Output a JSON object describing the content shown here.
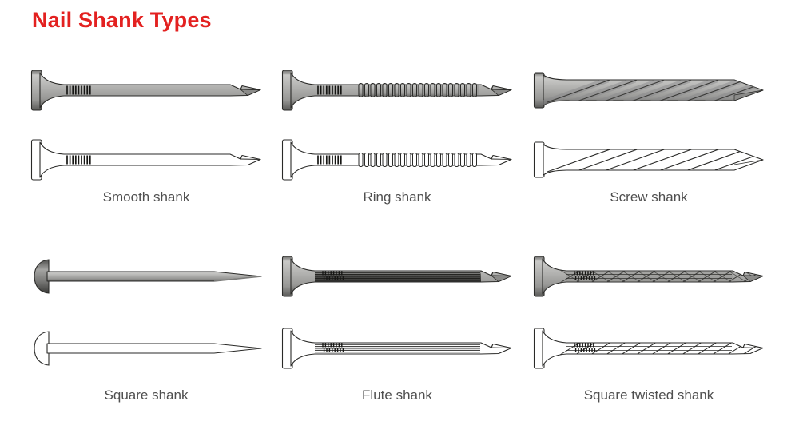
{
  "title": {
    "text": "Nail Shank Types"
  },
  "colors": {
    "title_red": "#e32120",
    "label_gray": "#4f4f4f",
    "nail_gray": "#b3b3b1",
    "nail_dark_edge": "#5a5a58",
    "outline_stroke": "#2a2a28",
    "background": "#ffffff"
  },
  "nail_types": [
    {
      "label": "Smooth shank",
      "shape": "smooth",
      "icon": "smooth-shank-nail-icon"
    },
    {
      "label": "Ring shank",
      "shape": "ring",
      "icon": "ring-shank-nail-icon"
    },
    {
      "label": "Screw shank",
      "shape": "screw",
      "icon": "screw-shank-nail-icon"
    },
    {
      "label": "Square shank",
      "shape": "square",
      "icon": "square-shank-nail-icon"
    },
    {
      "label": "Flute shank",
      "shape": "flute",
      "icon": "flute-shank-nail-icon"
    },
    {
      "label": "Square twisted shank",
      "shape": "square-twisted",
      "icon": "square-twisted-shank-nail-icon"
    }
  ],
  "variants": [
    {
      "name": "solid",
      "description": "gray filled illustration"
    },
    {
      "name": "outline",
      "description": "white outline illustration"
    }
  ]
}
